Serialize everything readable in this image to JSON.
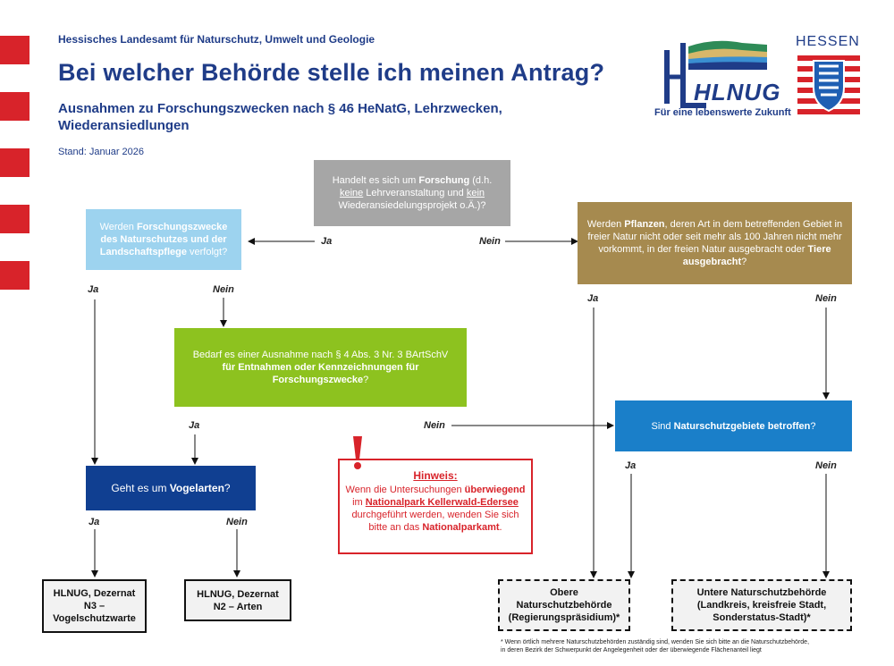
{
  "header": {
    "agency": "Hessisches Landesamt für Naturschutz, Umwelt und Geologie",
    "title": "Bei welcher Behörde stelle ich meinen Antrag?",
    "subtitle": "Ausnahmen zu Forschungszwecken nach § 46 HeNatG, Lehrzwecken, Wiederansiedlungen",
    "stand": "Stand: Januar 2026"
  },
  "logos": {
    "hlnug_text": "HLNUG",
    "hlnug_slogan": "Für eine lebenswerte Zukunft",
    "hessen_text": "HESSEN"
  },
  "colors": {
    "red": "#d8232a",
    "navy": "#1f3c88",
    "gray_box": "#a6a6a6",
    "lightblue_box": "#9dd3ef",
    "gold_box": "#a68a4f",
    "green_box": "#8dc21f",
    "blue_box": "#1a7fc9",
    "darkblue_box": "#103f91"
  },
  "nodes": {
    "start": {
      "pre": "Handelt es sich um ",
      "bold": "Forschung",
      "mid1": " (d.h. ",
      "u1": "keine",
      "mid2": " Lehrveranstaltung und ",
      "u2": "kein",
      "post": " Wiederansiedelungsprojekt o.Ä.)?"
    },
    "forschungszwecke": {
      "pre": "Werden ",
      "bold": "Forschungszwecke des Naturschutzes und der Landschaftspflege",
      "post": " verfolgt?"
    },
    "pflanzen": {
      "pre": "Werden ",
      "bold1": "Pflanzen",
      "mid": ", deren Art in dem betreffenden Gebiet in freier Natur nicht oder seit mehr als 100 Jahren nicht mehr vorkommt, in der freien Natur ausgebracht oder ",
      "bold2": "Tiere ausgebracht",
      "post": "?"
    },
    "ausnahme": {
      "line1": "Bedarf es einer Ausnahme nach § 4 Abs. 3 Nr. 3 BArtSchV",
      "bold": "für Entnahmen oder Kennzeichnungen für Forschungszwecke",
      "post": "?"
    },
    "naturschutzgebiete": {
      "pre": "Sind ",
      "bold": "Naturschutzgebiete betroffen",
      "post": "?"
    },
    "vogelarten": {
      "pre": "Geht es um ",
      "bold": "Vogelarten",
      "post": "?"
    }
  },
  "labels": {
    "ja": "Ja",
    "nein": "Nein"
  },
  "results": {
    "vogelschutzwarte": "HLNUG, Dezernat N3 – Vogelschutzwarte",
    "arten": "HLNUG, Dezernat N2 – Arten",
    "obere": "Obere Naturschutzbehörde (Regierungspräsidium)*",
    "untere": "Untere Naturschutzbehörde (Landkreis, kreisfreie Stadt, Sonderstatus-Stadt)*"
  },
  "hinweis": {
    "title": "Hinweis:",
    "t1": "Wenn die Untersuchungen ",
    "b1": "überwiegend",
    "t2": " im ",
    "u1": "Nationalpark Kellerwald-Edersee",
    "t3": " durchgeführt werden, wenden Sie sich bitte an das ",
    "b2": "Nationalparkamt",
    "t4": "."
  },
  "footnote": {
    "line1": "* Wenn örtlich mehrere Naturschutzbehörden zuständig sind, wenden Sie sich bitte an die Naturschutzbehörde,",
    "line2": "in deren Bezirk der Schwerpunkt der Angelegenheit oder der überwiegende Flächenanteil liegt"
  }
}
